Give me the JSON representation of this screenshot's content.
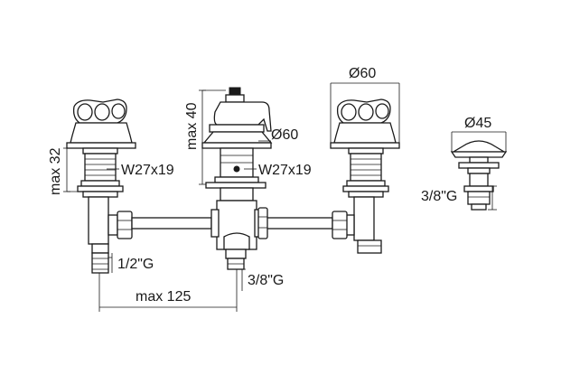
{
  "dimensions": {
    "left_valve_height": "max 32",
    "left_valve_thread": "W27x19",
    "left_inlet": "1/2\"G",
    "center_spout_height": "max 40",
    "center_rosette": "Ø60",
    "center_thread": "W27x19",
    "center_outlet": "3/8\"G",
    "right_rosette": "Ø60",
    "side_part_diameter": "Ø45",
    "side_part_thread": "3/8\"G",
    "distance": "max 125"
  }
}
